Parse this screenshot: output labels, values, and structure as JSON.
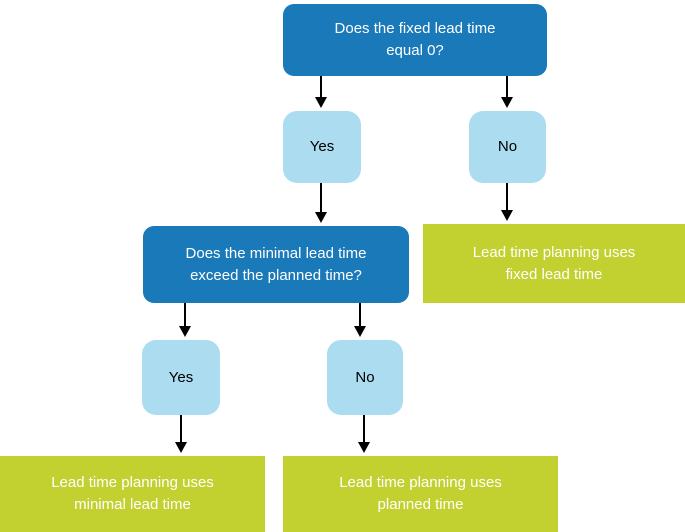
{
  "diagram": {
    "type": "flowchart",
    "topic": "Lead time planning decision tree",
    "colors": {
      "decision_fill": "#1A79B8",
      "answer_fill": "#ABDCF0",
      "outcome_fill": "#C3D130",
      "decision_text": "#FFFFFF",
      "answer_text": "#000000",
      "outcome_text": "#FFFFFF",
      "arrow": "#000000",
      "background": "#FFFFFF"
    },
    "nodes": {
      "decision1": "Does the fixed lead time\nequal 0?",
      "yes1": "Yes",
      "no1": "No",
      "decision2": "Does the minimal lead time\nexceed the planned time?",
      "outcome_fixed": "Lead time planning uses\nfixed lead time",
      "yes2": "Yes",
      "no2": "No",
      "outcome_minimal": "Lead time planning uses\nminimal lead time",
      "outcome_planned": "Lead time planning uses\nplanned time"
    },
    "edges": [
      {
        "from": "decision1",
        "to": "yes1"
      },
      {
        "from": "decision1",
        "to": "no1"
      },
      {
        "from": "yes1",
        "to": "decision2"
      },
      {
        "from": "no1",
        "to": "outcome_fixed"
      },
      {
        "from": "decision2",
        "to": "yes2"
      },
      {
        "from": "decision2",
        "to": "no2"
      },
      {
        "from": "yes2",
        "to": "outcome_minimal"
      },
      {
        "from": "no2",
        "to": "outcome_planned"
      }
    ]
  }
}
